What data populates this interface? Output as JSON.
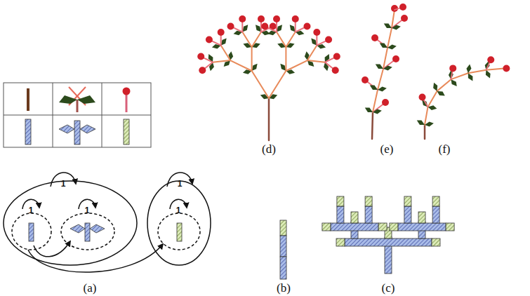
{
  "diagram": {
    "labels": [
      "1",
      "1",
      "1",
      "1",
      "1",
      "(a)",
      "(b)",
      "(c)",
      "(d)",
      "(e)",
      "(f)"
    ]
  }
}
